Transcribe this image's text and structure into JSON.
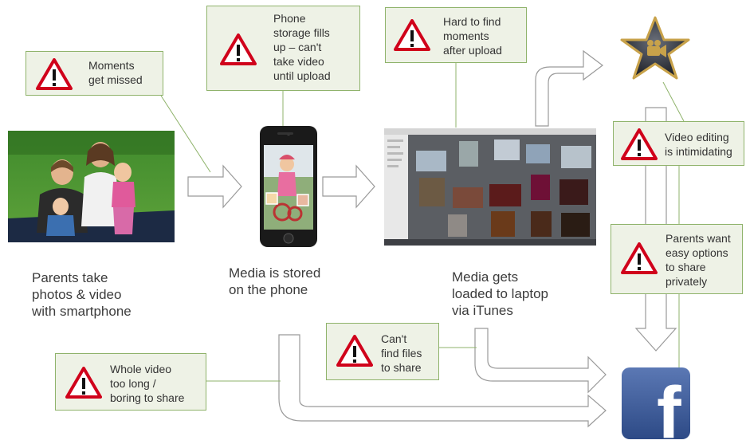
{
  "pain_points": {
    "moments_missed": "Moments get missed",
    "moments_missed_lines": [
      "Moments",
      "get missed"
    ],
    "phone_storage": "Phone storage fills up – can't take video until upload",
    "phone_storage_lines": [
      "Phone",
      "storage fills",
      "up – can't",
      "take video",
      "until upload"
    ],
    "hard_to_find": "Hard to find moments after upload",
    "hard_to_find_lines": [
      "Hard to find",
      "moments",
      "after upload"
    ],
    "video_editing": "Video editing is intimidating",
    "video_editing_lines": [
      "Video editing",
      "is intimidating"
    ],
    "share_privately": "Parents want easy options to share privately",
    "share_privately_lines": [
      "Parents want",
      "easy options",
      "to share",
      "privately"
    ],
    "cant_find_files": "Can't find files to share",
    "cant_find_files_lines": [
      "Can't",
      "find files",
      "to share"
    ],
    "whole_video": "Whole video too long / boring to share",
    "whole_video_lines": [
      "Whole video",
      "too long /",
      "boring to share"
    ]
  },
  "steps": {
    "capture_lines": [
      "Parents take",
      "photos & video",
      "with smartphone"
    ],
    "store_lines": [
      "Media is stored",
      "on the phone"
    ],
    "upload_lines": [
      "Media gets",
      "loaded to laptop",
      "via iTunes"
    ]
  },
  "icons": {
    "warning": "warning-triangle-icon",
    "imovie": "imovie-star-icon",
    "facebook": "facebook-icon",
    "facebook_glyph": "f"
  },
  "colors": {
    "box_fill": "#eef2e6",
    "box_border": "#8fb36b",
    "warning_red": "#d0021b",
    "facebook_blue": "#3b5998"
  }
}
